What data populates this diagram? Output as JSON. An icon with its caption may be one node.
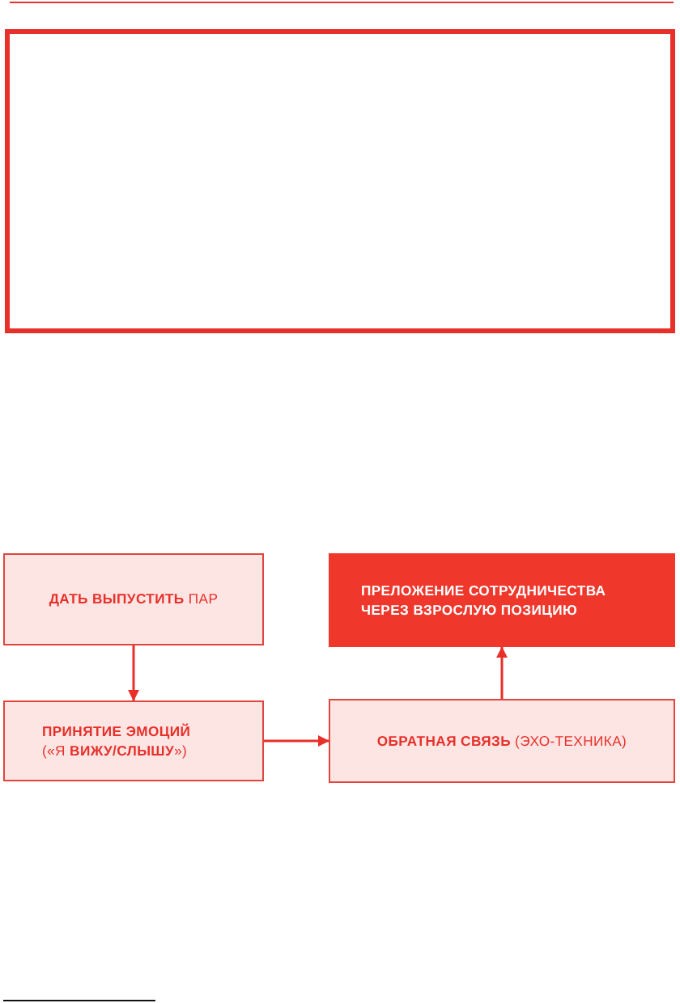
{
  "diagram": {
    "nodes": [
      {
        "text": [],
        "shape": "box"
      },
      {
        "text": [
          "**ДАТЬ ВЫПУСТИТЬ** ПАР"
        ]
      },
      {
        "text": [
          "ПРЕЛОЖЕНИЕ СОТРУДНИЧЕСТВА ЧЕРЕЗ ВЗРОСЛУЮ ПОЗИЦИЮ"
        ]
      },
      {
        "text": [
          "**ПРИНЯТИЕ ЭМОЦИЙ** («Я **ВИЖУ/СЛЫШУ**»)"
        ]
      },
      {
        "text": [
          "**ОБРАТНАЯ СВЯЗЬ** (ЭХО-ТЕХНИКА)"
        ]
      }
    ],
    "edges": [
      {
        "from": 1,
        "to": 3,
        "arrow": "to"
      },
      {
        "from": 3,
        "to": 4,
        "arrow": "to"
      },
      {
        "from": 4,
        "to": 2,
        "arrow": "to"
      }
    ]
  }
}
